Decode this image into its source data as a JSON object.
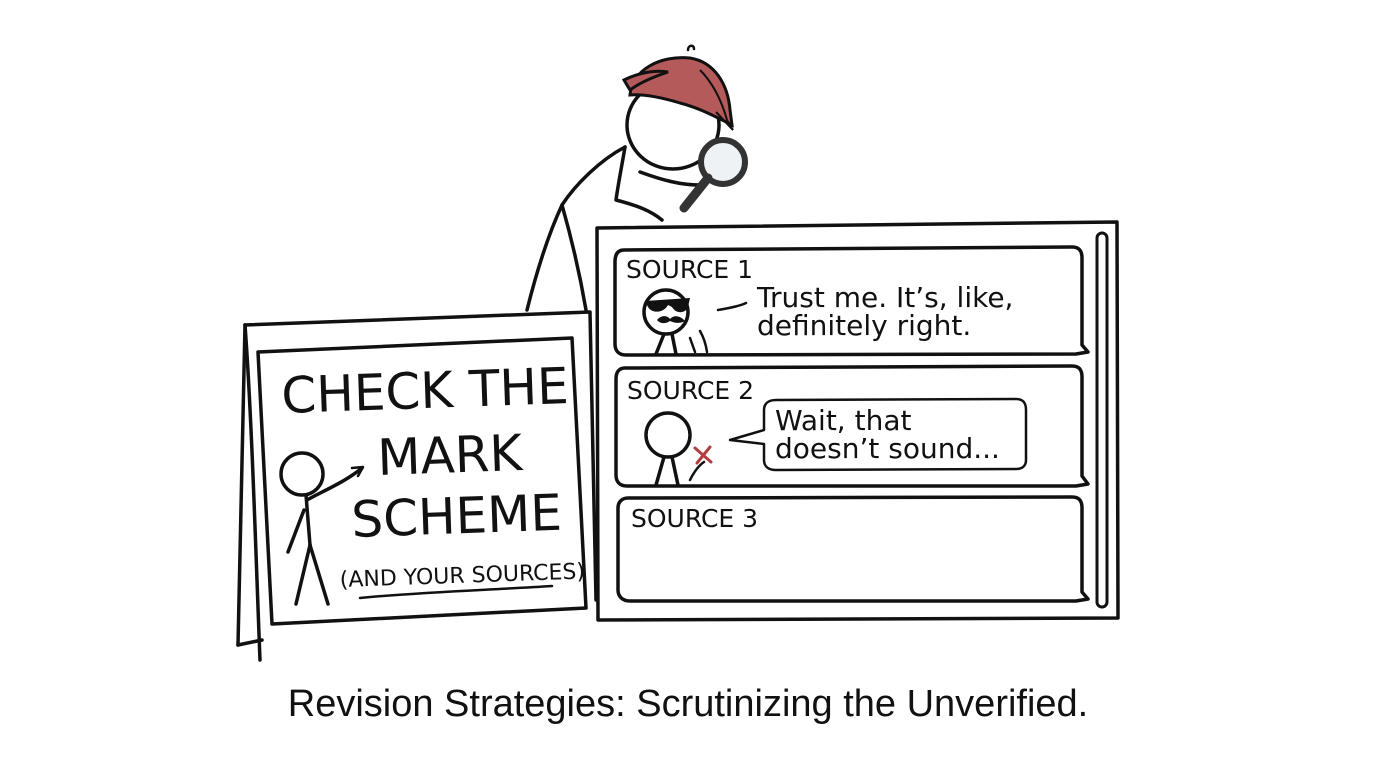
{
  "sign": {
    "line1": "CHECK THE",
    "line2": "MARK",
    "line3": "SCHEME",
    "sub": "(AND YOUR SOURCES)"
  },
  "sources": [
    {
      "label": "SOURCE 1",
      "bubble_line1": "Trust me. It’s, like,",
      "bubble_line2": "definitely right."
    },
    {
      "label": "SOURCE 2",
      "bubble_line1": "Wait, that",
      "bubble_line2": "doesn’t sound..."
    },
    {
      "label": "SOURCE 3"
    }
  ],
  "caption": "Revision Strategies: Scrutinizing the Unverified.",
  "colors": {
    "hat": "#b55a5a",
    "hat_dark": "#7a2f2f",
    "cross": "#b04040",
    "ink": "#111111"
  },
  "icons": [
    "deerstalker-hat-icon",
    "magnifying-glass-icon",
    "sunglasses-icon",
    "mustache-icon",
    "cross-mark-icon"
  ]
}
